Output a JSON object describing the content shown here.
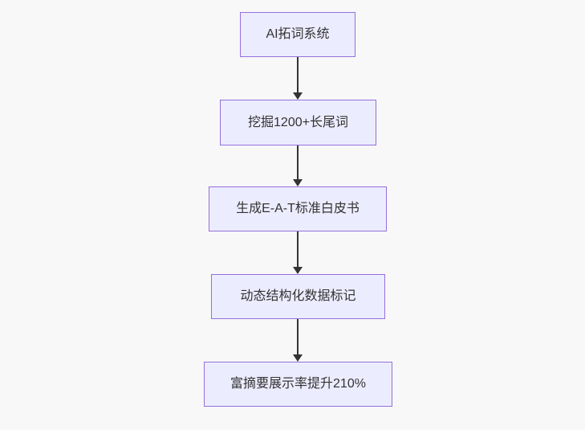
{
  "diagram": {
    "type": "flowchart",
    "direction": "top-down",
    "nodes": [
      {
        "id": "n1",
        "label": "AI拓词系统"
      },
      {
        "id": "n2",
        "label": "挖掘1200+长尾词"
      },
      {
        "id": "n3",
        "label": "生成E-A-T标准白皮书"
      },
      {
        "id": "n4",
        "label": "动态结构化数据标记"
      },
      {
        "id": "n5",
        "label": "富摘要展示率提升210%"
      }
    ],
    "edges": [
      {
        "from": "AI拓词系统",
        "to": "挖掘1200+长尾词",
        "style": "arrow-down"
      },
      {
        "from": "挖掘1200+长尾词",
        "to": "生成E-A-T标准白皮书",
        "style": "arrow-down"
      },
      {
        "from": "生成E-A-T标准白皮书",
        "to": "动态结构化数据标记",
        "style": "arrow-down"
      },
      {
        "from": "动态结构化数据标记",
        "to": "富摘要展示率提升210%",
        "style": "arrow-down"
      }
    ],
    "colors": {
      "background": "#f8f8f8",
      "node_fill": "#ECECFF",
      "node_border": "#9370DB",
      "text": "#333333",
      "arrow": "#333333"
    }
  }
}
